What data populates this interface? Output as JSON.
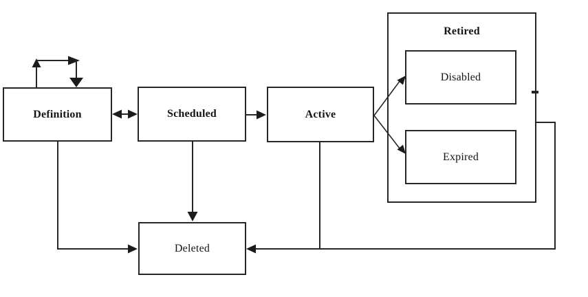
{
  "diagram": {
    "kind": "state-transition-diagram",
    "background_color": "#ffffff",
    "line_color": "#262626",
    "text_color": "#151515",
    "nodes": [
      {
        "id": "definition",
        "label": "Definition",
        "bold": true
      },
      {
        "id": "scheduled",
        "label": "Scheduled",
        "bold": true
      },
      {
        "id": "active",
        "label": "Active",
        "bold": true
      },
      {
        "id": "retired",
        "label": "Retired",
        "bold": true,
        "container": true
      },
      {
        "id": "disabled",
        "label": "Disabled",
        "bold": false,
        "parent": "retired"
      },
      {
        "id": "expired",
        "label": "Expired",
        "bold": false,
        "parent": "retired"
      },
      {
        "id": "deleted",
        "label": "Deleted",
        "bold": false
      }
    ],
    "edges": [
      {
        "from": "definition",
        "to": "definition",
        "type": "self-loop"
      },
      {
        "from": "definition",
        "to": "scheduled",
        "type": "bidirectional"
      },
      {
        "from": "scheduled",
        "to": "active",
        "type": "directed"
      },
      {
        "from": "active",
        "to": "disabled",
        "type": "directed"
      },
      {
        "from": "active",
        "to": "expired",
        "type": "directed"
      },
      {
        "from": "definition",
        "to": "deleted",
        "type": "directed"
      },
      {
        "from": "scheduled",
        "to": "deleted",
        "type": "directed"
      },
      {
        "from": "active",
        "to": "deleted",
        "type": "directed"
      },
      {
        "from": "retired",
        "to": "deleted",
        "type": "directed"
      }
    ]
  }
}
